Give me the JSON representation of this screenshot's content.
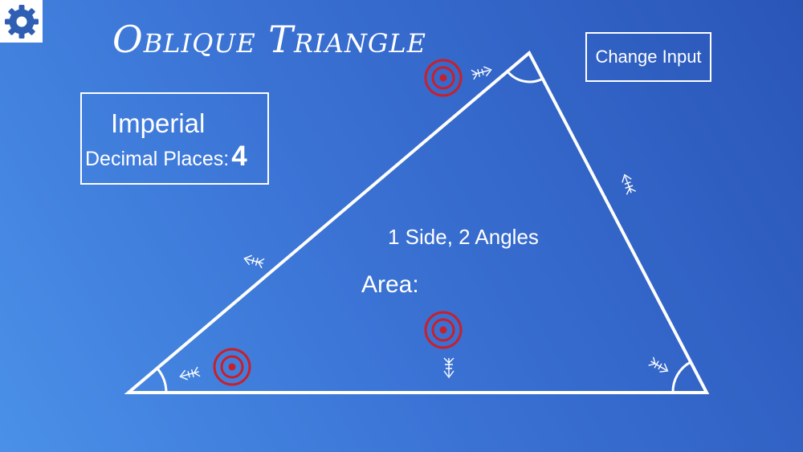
{
  "title": "Oblique Triangle",
  "units": {
    "system": "Imperial",
    "decimal_places_label": "Decimal Places:",
    "decimal_places_value": "4"
  },
  "change_input_label": "Change Input",
  "mode_label": "1 Side, 2 Angles",
  "area_label": "Area:",
  "icons": {
    "settings": "gear-icon",
    "input_target": "target-icon",
    "direction": "arrow-icon"
  },
  "colors": {
    "background_light": "#4a90e8",
    "background_dark": "#2a55b8",
    "line": "#ffffff",
    "target": "#c8202b"
  }
}
